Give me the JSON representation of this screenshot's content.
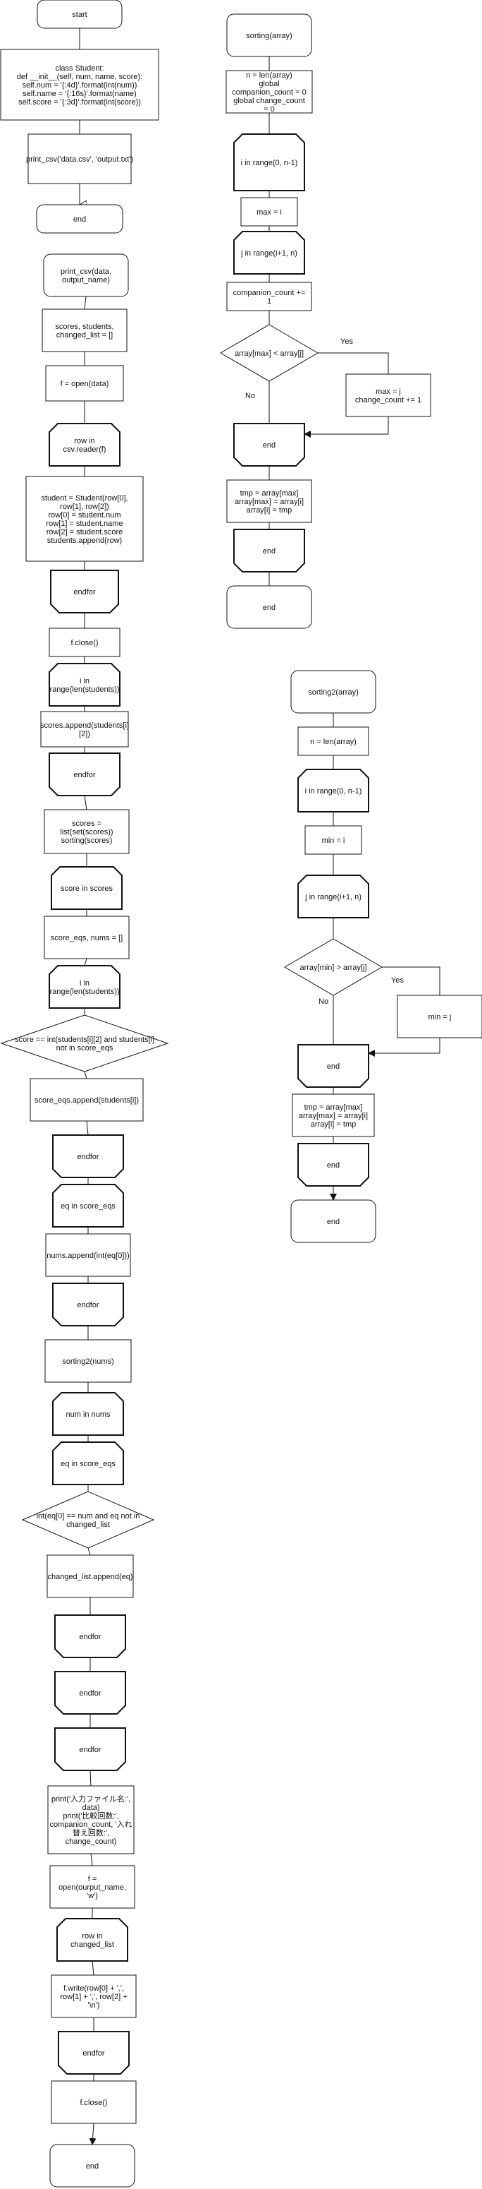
{
  "nodes": [
    {
      "id": "start",
      "type": "terminal",
      "lines": [
        "start"
      ]
    },
    {
      "id": "class",
      "type": "process",
      "lines": [
        "class Student:",
        "def __init__(self, num, name, score):",
        "self.num = '{:4d}'.format(int(num))",
        "self.name = '{:16s}'.format(name)",
        "self.score = '{:3d}'.format(int(score))"
      ]
    },
    {
      "id": "call_print",
      "type": "process",
      "lines": [
        "print_csv('data.csv', 'output.txt')"
      ]
    },
    {
      "id": "main_end",
      "type": "terminal",
      "lines": [
        "end"
      ]
    },
    {
      "id": "pc_start",
      "type": "terminal",
      "lines": [
        "print_csv(data,",
        "output_name)"
      ]
    },
    {
      "id": "pc_init",
      "type": "process",
      "lines": [
        "scores, students,",
        "changed_list = []"
      ]
    },
    {
      "id": "pc_open",
      "type": "process",
      "lines": [
        "f = open(data)"
      ]
    },
    {
      "id": "pc_loop_row",
      "type": "loop_start",
      "lines": [
        "row in",
        "csv.reader(f)"
      ]
    },
    {
      "id": "pc_student",
      "type": "process",
      "lines": [
        "student = Student(row[0],",
        "row[1], row[2])",
        "row[0] = student.num",
        "row[1] = student.name",
        "row[2] = student.score",
        "students.append(row)"
      ]
    },
    {
      "id": "pc_endfor1",
      "type": "loop_end",
      "lines": [
        "endfor"
      ]
    },
    {
      "id": "pc_fclose",
      "type": "process",
      "lines": [
        "f.close()"
      ]
    },
    {
      "id": "pc_loop_i",
      "type": "loop_start",
      "lines": [
        "i in",
        "range(len(students))"
      ]
    },
    {
      "id": "pc_scores_append",
      "type": "process",
      "lines": [
        "scores.append(students[i]",
        "[2])"
      ]
    },
    {
      "id": "pc_endfor2",
      "type": "loop_end",
      "lines": [
        "endfor"
      ]
    },
    {
      "id": "pc_sorting",
      "type": "process",
      "lines": [
        "scores =",
        "list(set(scores))",
        "sorting(scores)"
      ]
    },
    {
      "id": "pc_loop_score",
      "type": "loop_start",
      "lines": [
        "score in scores"
      ]
    },
    {
      "id": "pc_init2",
      "type": "process",
      "lines": [
        "score_eqs, nums = []"
      ]
    },
    {
      "id": "pc_loop_i2",
      "type": "loop_start",
      "lines": [
        "i in",
        "range(len(students))"
      ]
    },
    {
      "id": "pc_cond",
      "type": "decision",
      "lines": [
        "score == int(students[i][2] and students[i]",
        "not in score_eqs"
      ]
    },
    {
      "id": "pc_eq_append",
      "type": "process",
      "lines": [
        "score_eqs.append(students[i])"
      ]
    },
    {
      "id": "pc_endfor3",
      "type": "loop_end",
      "lines": [
        "endfor"
      ]
    },
    {
      "id": "pc_loop_eq",
      "type": "loop_start",
      "lines": [
        "eq in score_eqs"
      ]
    },
    {
      "id": "pc_nums_append",
      "type": "process",
      "lines": [
        "nums.append(int(eq[0]))"
      ]
    },
    {
      "id": "pc_endfor4",
      "type": "loop_end",
      "lines": [
        "endfor"
      ]
    },
    {
      "id": "pc_sorting2",
      "type": "process",
      "lines": [
        "sorting2(nums)"
      ]
    },
    {
      "id": "pc_loop_num",
      "type": "loop_start",
      "lines": [
        "num in nums"
      ]
    },
    {
      "id": "pc_loop_eq2",
      "type": "loop_start",
      "lines": [
        "eq in score_eqs"
      ]
    },
    {
      "id": "pc_cond2",
      "type": "decision",
      "lines": [
        "int(eq[0] == num and eq not in",
        "changed_list"
      ]
    },
    {
      "id": "pc_changed_append",
      "type": "process",
      "lines": [
        "changed_list.append(eq)"
      ]
    },
    {
      "id": "pc_endfor5",
      "type": "loop_end",
      "lines": [
        "endfor"
      ]
    },
    {
      "id": "pc_endfor6",
      "type": "loop_end",
      "lines": [
        "endfor"
      ]
    },
    {
      "id": "pc_endfor7",
      "type": "loop_end",
      "lines": [
        "endfor"
      ]
    },
    {
      "id": "pc_print",
      "type": "process",
      "lines": [
        "print('入力ファイル名:',",
        "data)",
        "print('比較回数:',",
        "companion_count, '入れ",
        "替え回数:',",
        "change_count)"
      ]
    },
    {
      "id": "pc_fopen",
      "type": "process",
      "lines": [
        "f =",
        "open(ourput_name,",
        "'w')"
      ]
    },
    {
      "id": "pc_loop_row2",
      "type": "loop_start",
      "lines": [
        "row in",
        "changed_list"
      ]
    },
    {
      "id": "pc_write",
      "type": "process",
      "lines": [
        "f.write(row[0] + ',',",
        "row[1] + ',', row[2] +",
        "'\\n')"
      ]
    },
    {
      "id": "pc_endfor8",
      "type": "loop_end",
      "lines": [
        "endfor"
      ]
    },
    {
      "id": "pc_fclose2",
      "type": "process",
      "lines": [
        "f.close()"
      ]
    },
    {
      "id": "pc_end",
      "type": "terminal",
      "lines": [
        "end"
      ]
    },
    {
      "id": "s_start",
      "type": "terminal",
      "lines": [
        "sorting(array)"
      ]
    },
    {
      "id": "s_init",
      "type": "process",
      "lines": [
        "n = len(array)",
        "global",
        "companion_count = 0",
        "global change_count",
        "= 0"
      ]
    },
    {
      "id": "s_loop_i",
      "type": "loop_start",
      "lines": [
        "i in range(0, n-1)"
      ]
    },
    {
      "id": "s_max",
      "type": "process",
      "lines": [
        "max = i"
      ]
    },
    {
      "id": "s_loop_j",
      "type": "loop_start",
      "lines": [
        "j in range(i+1, n)"
      ]
    },
    {
      "id": "s_count",
      "type": "process",
      "lines": [
        "companion_count +=",
        "1"
      ]
    },
    {
      "id": "s_cond",
      "type": "decision",
      "lines": [
        "array[max] < array[j]"
      ]
    },
    {
      "id": "s_set",
      "type": "process",
      "lines": [
        "max = j",
        "change_count  += 1"
      ]
    },
    {
      "id": "s_endfor1",
      "type": "loop_end",
      "lines": [
        "end"
      ]
    },
    {
      "id": "s_swap",
      "type": "process",
      "lines": [
        "tmp = array[max]",
        "array[max] = array[i]",
        "array[i] = tmp"
      ]
    },
    {
      "id": "s_endfor2",
      "type": "loop_end",
      "lines": [
        "end"
      ]
    },
    {
      "id": "s_end",
      "type": "terminal",
      "lines": [
        "end"
      ]
    },
    {
      "id": "s2_start",
      "type": "terminal",
      "lines": [
        "sorting2(array)"
      ]
    },
    {
      "id": "s2_init",
      "type": "process",
      "lines": [
        "n = len(array)"
      ]
    },
    {
      "id": "s2_loop_i",
      "type": "loop_start",
      "lines": [
        "i in range(0, n-1)"
      ]
    },
    {
      "id": "s2_min",
      "type": "process",
      "lines": [
        "min = i"
      ]
    },
    {
      "id": "s2_loop_j",
      "type": "loop_start",
      "lines": [
        "j in range(i+1, n)"
      ]
    },
    {
      "id": "s2_cond",
      "type": "decision",
      "lines": [
        "array[min] > array[j]"
      ]
    },
    {
      "id": "s2_set",
      "type": "process",
      "lines": [
        "min = j"
      ]
    },
    {
      "id": "s2_endfor1",
      "type": "loop_end",
      "lines": [
        "end"
      ]
    },
    {
      "id": "s2_swap",
      "type": "process",
      "lines": [
        "tmp = array[max]",
        "array[max] = array[i]",
        "array[i] = tmp"
      ]
    },
    {
      "id": "s2_endfor2",
      "type": "loop_end",
      "lines": [
        "end"
      ]
    },
    {
      "id": "s2_end",
      "type": "terminal",
      "lines": [
        "end"
      ]
    }
  ],
  "edge_labels": [
    {
      "id": "s_yes",
      "text": "Yes"
    },
    {
      "id": "s_no",
      "text": "No"
    },
    {
      "id": "s2_yes",
      "text": "Yes"
    },
    {
      "id": "s2_no",
      "text": "No"
    }
  ]
}
